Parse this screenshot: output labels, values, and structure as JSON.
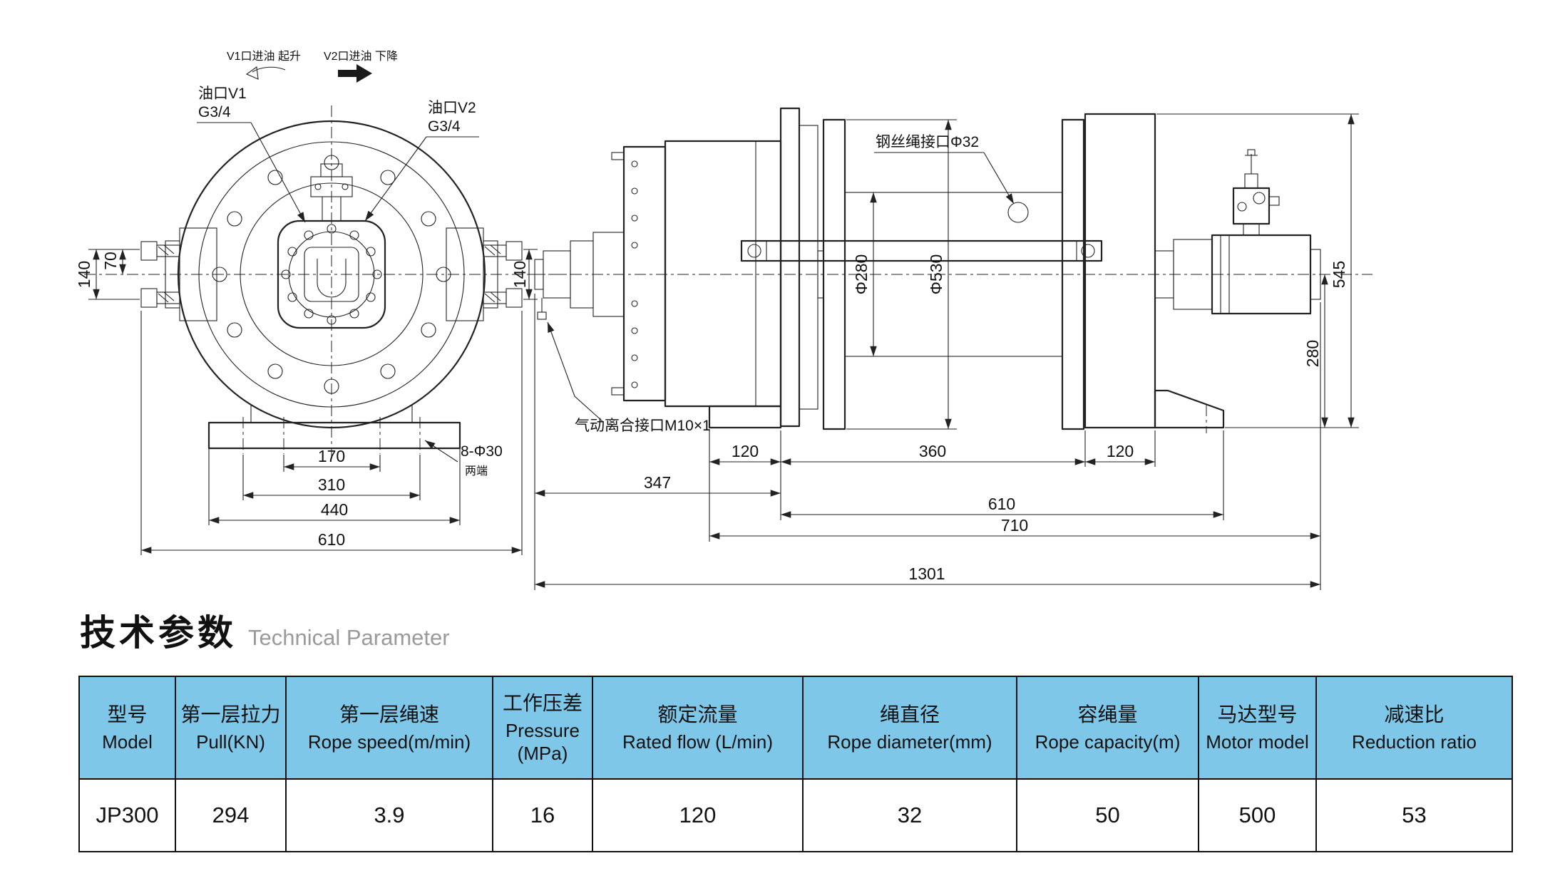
{
  "title": {
    "zh": "技术参数",
    "en": "Technical Parameter"
  },
  "drawing": {
    "flow_labels": {
      "v1": "V1口进油 起升",
      "v2": "V2口进油 下降"
    },
    "port_labels": {
      "v1_name": "油口V1",
      "v1_thread": "G3/4",
      "v2_name": "油口V2",
      "v2_thread": "G3/4",
      "rope_port": "钢丝绳接口Φ32",
      "clutch_port": "气动离合接口M10×1",
      "base_holes": "8-Φ30",
      "base_holes_note": "两端"
    },
    "dims": {
      "d140L": "140",
      "d70": "70",
      "d140R": "140",
      "d170": "170",
      "d310": "310",
      "d440": "440",
      "d610_front": "610",
      "phi280": "Φ280",
      "phi530": "Φ530",
      "d545": "545",
      "d280": "280",
      "d120L": "120",
      "d360": "360",
      "d120R": "120",
      "d347": "347",
      "d610_side": "610",
      "d710": "710",
      "d1301": "1301"
    }
  },
  "table": {
    "headers": [
      {
        "zh": "型号",
        "en": "Model"
      },
      {
        "zh": "第一层拉力",
        "en": "Pull(KN)"
      },
      {
        "zh": "第一层绳速",
        "en": "Rope speed(m/min)"
      },
      {
        "zh": "工作压差",
        "en": "Pressure (MPa)"
      },
      {
        "zh": "额定流量",
        "en": "Rated flow (L/min)"
      },
      {
        "zh": "绳直径",
        "en": "Rope diameter(mm)"
      },
      {
        "zh": "容绳量",
        "en": "Rope capacity(m)"
      },
      {
        "zh": "马达型号",
        "en": "Motor model"
      },
      {
        "zh": "减速比",
        "en": "Reduction ratio"
      }
    ],
    "row": [
      "JP300",
      "294",
      "3.9",
      "16",
      "120",
      "32",
      "50",
      "500",
      "53"
    ]
  }
}
